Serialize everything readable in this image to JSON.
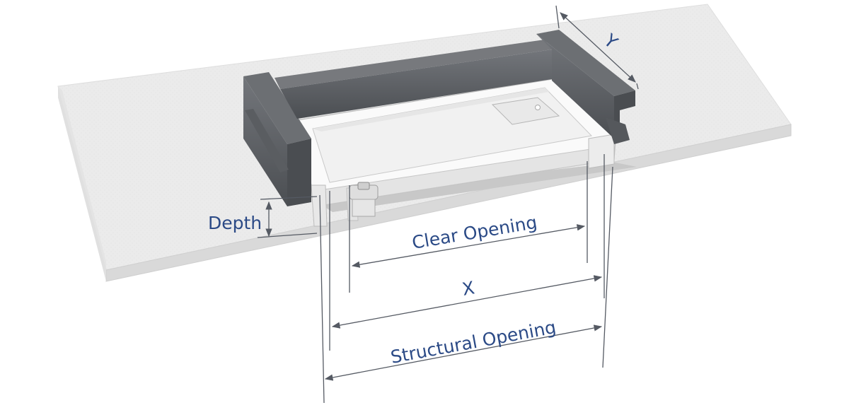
{
  "labels": {
    "depth": "Depth",
    "clear_opening": "Clear Opening",
    "x": "X",
    "structural_opening": "Structural Opening",
    "y": "Y"
  },
  "colors": {
    "slab": "#e9e9e9",
    "slab_edge": "#d2d2d2",
    "channel": "#5f6266",
    "channel_dark": "#45484c",
    "tray": "#f4f4f4",
    "dimension_text": "#2b4a86",
    "dimension_line": "#555a63"
  }
}
